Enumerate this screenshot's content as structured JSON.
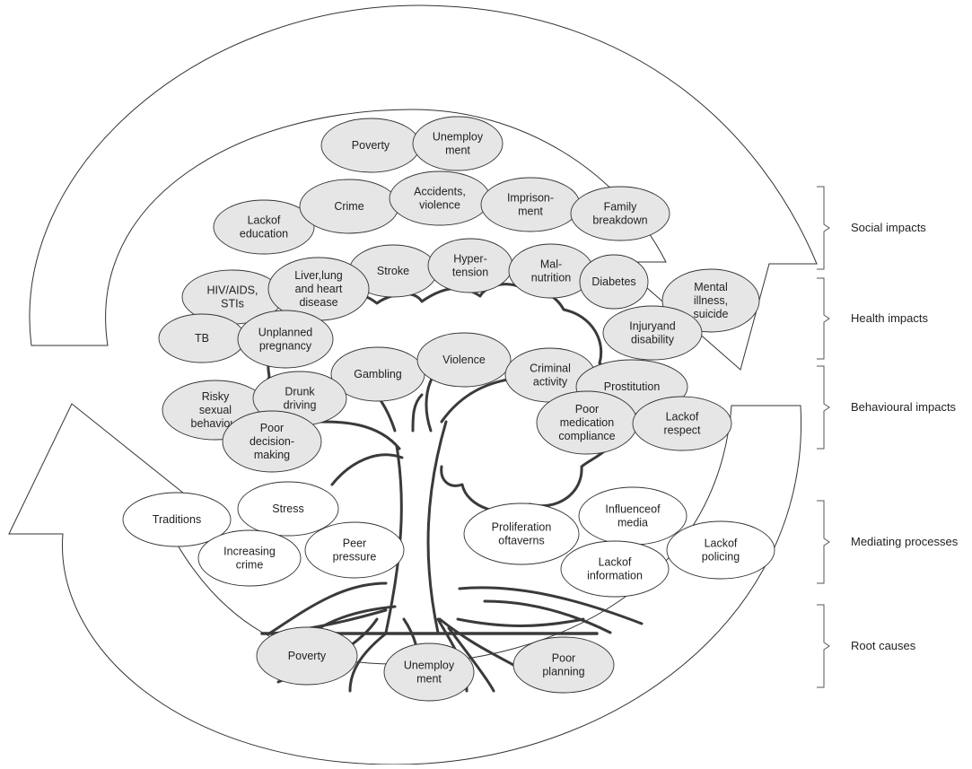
{
  "nodes": {
    "poverty_top": [
      "Poverty"
    ],
    "unemployment_top": [
      "Unemploy",
      "ment"
    ],
    "lack_of_education": [
      "Lackof",
      "education"
    ],
    "crime": [
      "Crime"
    ],
    "accidents_violence": [
      "Accidents,",
      "violence"
    ],
    "imprisonment": [
      "Imprison-",
      "ment"
    ],
    "family_breakdown": [
      "Family",
      "breakdown"
    ],
    "stroke": [
      "Stroke"
    ],
    "hypertension": [
      "Hyper-",
      "tension"
    ],
    "hiv_aids": [
      "HIV/AIDS,",
      "STIs"
    ],
    "liver_lung_heart": [
      "Liver,lung",
      "and heart",
      "disease"
    ],
    "malnutrition": [
      "Mal-",
      "nutrition"
    ],
    "diabetes": [
      "Diabetes"
    ],
    "mental_illness": [
      "Mental",
      "illness,",
      "suicide"
    ],
    "tb": [
      "TB"
    ],
    "unplanned_pregnancy": [
      "Unplanned",
      "pregnancy"
    ],
    "injury_disability": [
      "Injuryand",
      "disability"
    ],
    "gambling": [
      "Gambling"
    ],
    "violence": [
      "Violence"
    ],
    "criminal_activity": [
      "Criminal",
      "activity"
    ],
    "prostitution": [
      "Prostitution"
    ],
    "risky_sexual": [
      "Risky",
      "sexual",
      "behaviour"
    ],
    "drunk_driving": [
      "Drunk",
      "driving"
    ],
    "poor_decision": [
      "Poor",
      "decision-",
      "making"
    ],
    "poor_medication": [
      "Poor",
      "medication",
      "compliance"
    ],
    "lack_of_respect": [
      "Lackof",
      "respect"
    ],
    "traditions": [
      "Traditions"
    ],
    "stress": [
      "Stress"
    ],
    "increasing_crime": [
      "Increasing",
      "crime"
    ],
    "peer_pressure": [
      "Peer",
      "pressure"
    ],
    "proliferation_taverns": [
      "Proliferation",
      "oftaverns"
    ],
    "influence_media": [
      "Influenceof",
      "media"
    ],
    "lack_of_information": [
      "Lackof",
      "information"
    ],
    "lack_of_policing": [
      "Lackof",
      "policing"
    ],
    "poverty_root": [
      "Poverty"
    ],
    "unemployment_root": [
      "Unemploy",
      "ment"
    ],
    "poor_planning": [
      "Poor",
      "planning"
    ]
  },
  "categories": {
    "social": "Social impacts",
    "health": "Health impacts",
    "behavioural": "Behavioural impacts",
    "mediating": "Mediating processes",
    "root": "Root causes"
  },
  "colors": {
    "filled_node": "#e6e6e6",
    "open_node": "#ffffff",
    "stroke": "#333333",
    "tree": "#3a3a3a"
  }
}
